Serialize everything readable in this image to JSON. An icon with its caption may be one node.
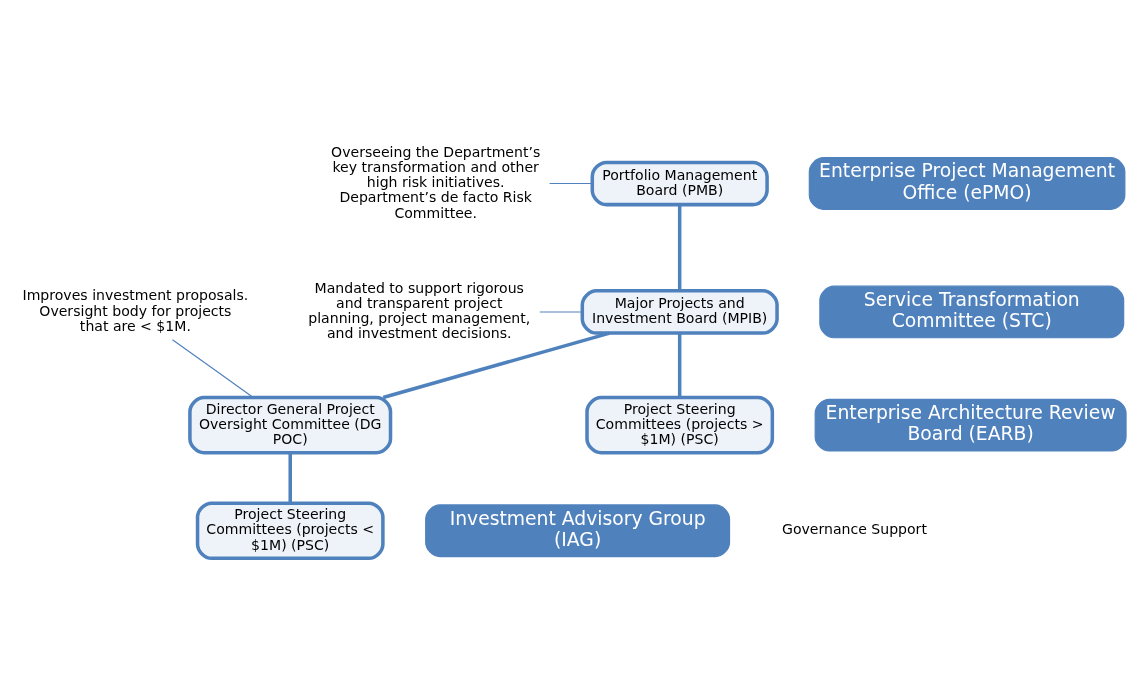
{
  "diagram": {
    "nodes": [
      {
        "text": [
          "Portfolio Management Board (PMB)"
        ]
      },
      {
        "text": [
          "Major Projects and Investment Board (MPIB)"
        ]
      },
      {
        "text": [
          "Director General Project Oversight Committee (DG POC)"
        ]
      },
      {
        "text": [
          "Project Steering Committees (projects > $1M) (PSC)"
        ]
      },
      {
        "text": [
          "Project Steering Committees (projects < $1M) (PSC)"
        ]
      },
      {
        "text": [
          "Overseeing the Department’s key transformation and other high risk initiatives. Department’s de facto Risk Committee."
        ]
      },
      {
        "text": [
          "Mandated to support rigorous and transparent project planning, project management, and investment decisions."
        ]
      },
      {
        "text": [
          "Improves investment proposals. Oversight body for projects that are < $1M."
        ]
      },
      {
        "text": [
          "Enterprise Project Management Office (ePMO)"
        ]
      },
      {
        "text": [
          "Service Transformation Committee (STC)"
        ]
      },
      {
        "text": [
          "Enterprise Architecture Review Board (EARB)"
        ]
      },
      {
        "text": [
          "Investment Advisory Group (IAG)"
        ]
      }
    ],
    "edges": [
      {
        "from": 0,
        "to": 1,
        "arrow": "none"
      },
      {
        "from": 1,
        "to": 2,
        "arrow": "none"
      },
      {
        "from": 1,
        "to": 3,
        "arrow": "none"
      },
      {
        "from": 2,
        "to": 4,
        "arrow": "none"
      },
      {
        "from": 5,
        "to": 0,
        "arrow": "none"
      },
      {
        "from": 6,
        "to": 1,
        "arrow": "none"
      },
      {
        "from": 7,
        "to": 2,
        "arrow": "none"
      }
    ],
    "labels": [
      "Governance Support"
    ]
  }
}
